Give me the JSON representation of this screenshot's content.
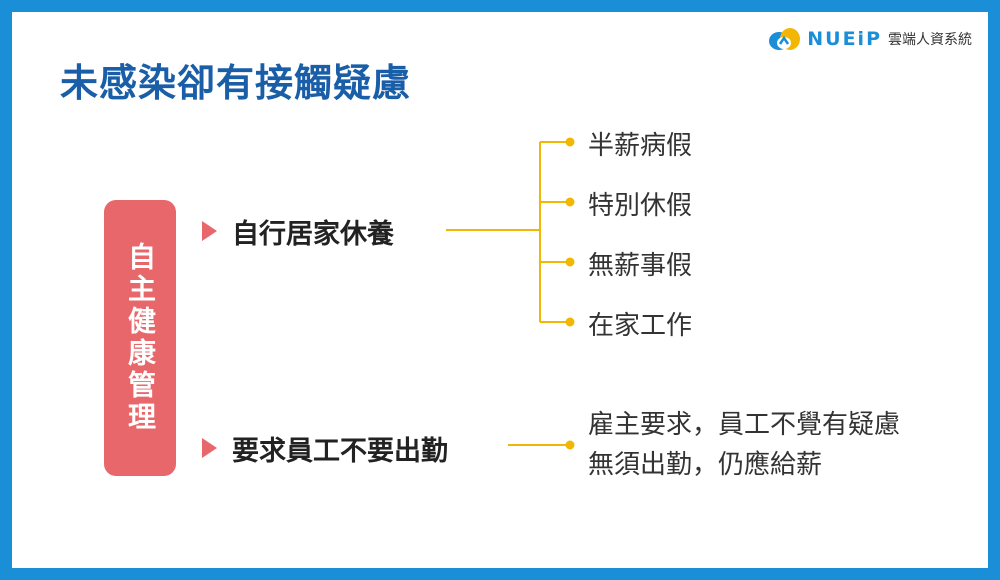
{
  "title": "未感染卻有接觸疑慮",
  "logo": {
    "brand": "NUEiP",
    "sub": "雲端人資系統"
  },
  "root": "自主健康管理",
  "branches": [
    {
      "label": "自行居家休養",
      "leaves": [
        "半薪病假",
        "特別休假",
        "無薪事假",
        "在家工作"
      ]
    },
    {
      "label": "要求員工不要出勤",
      "note": [
        "雇主要求，員工不覺有疑慮",
        "無須出勤，仍應給薪"
      ]
    }
  ],
  "colors": {
    "frame": "#1a8fd8",
    "title": "#1a5ea8",
    "accent": "#e8676b",
    "connector": "#f2b705"
  }
}
